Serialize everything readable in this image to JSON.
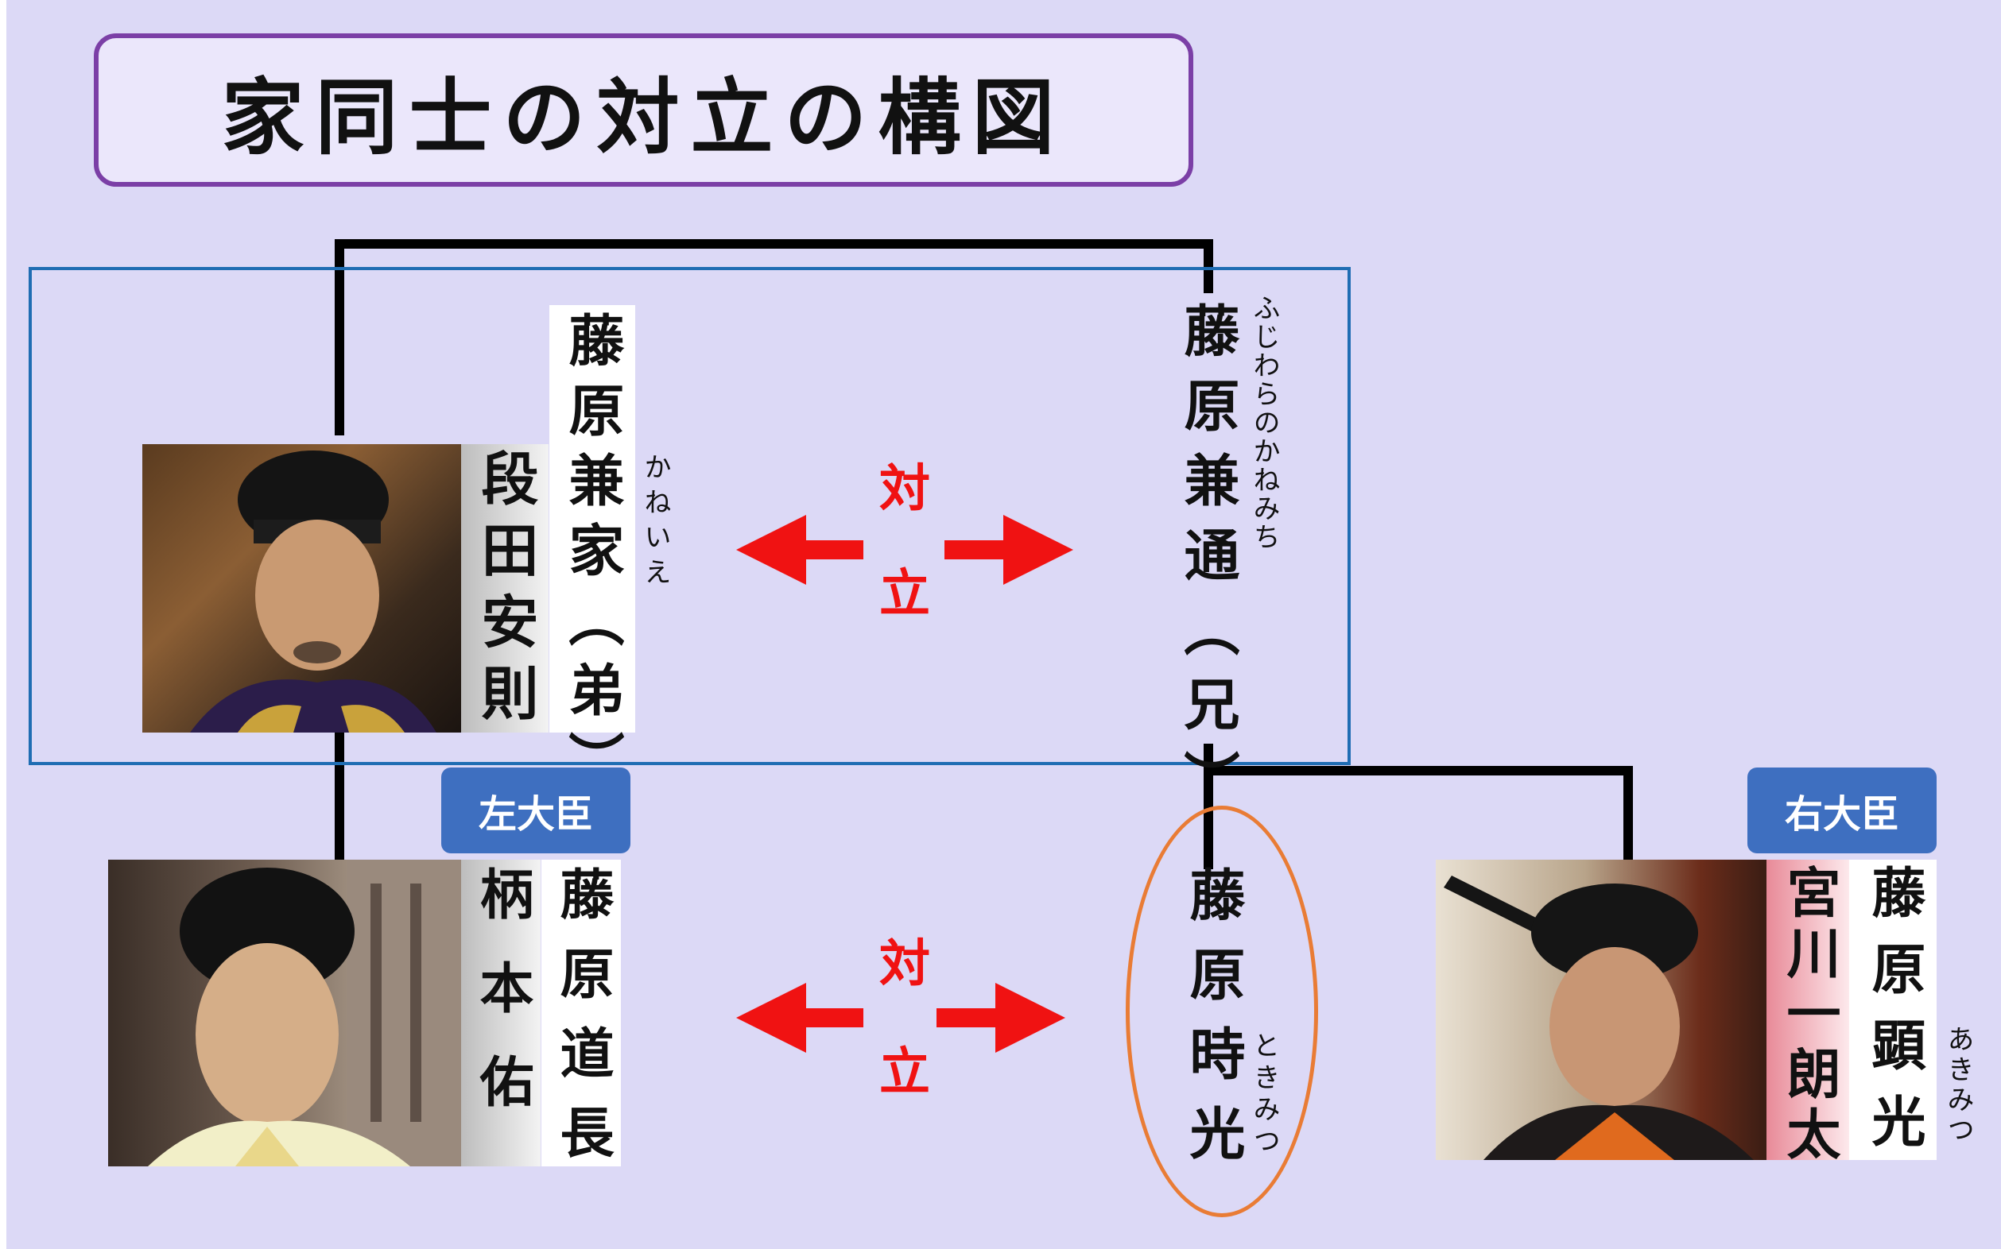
{
  "title": "家同士の対立の構図",
  "conflict": {
    "top": "対",
    "bottom": "立"
  },
  "kaneie": {
    "name": "藤原兼家（弟）",
    "ruby": "かねいえ",
    "actor": "段田安則"
  },
  "kanemichi": {
    "name": "藤原兼通（兄）",
    "ruby": "ふじわらのかねみち"
  },
  "michinaga": {
    "name": "藤原道長",
    "actor": "柄本佑",
    "badge": "左大臣"
  },
  "tokimitsu": {
    "name": "藤原時光",
    "ruby": "ときみつ"
  },
  "akimitsu": {
    "name": "藤原顕光",
    "ruby": "あきみつ",
    "actor": "宮川一朗太",
    "badge": "右大臣"
  },
  "colors": {
    "background": "#dcd9f6",
    "title_border": "#7b3fa6",
    "family_box": "#1f6db3",
    "arrow": "#f01212",
    "badge": "#3e6fc0",
    "highlight_ring": "#e97c35"
  }
}
